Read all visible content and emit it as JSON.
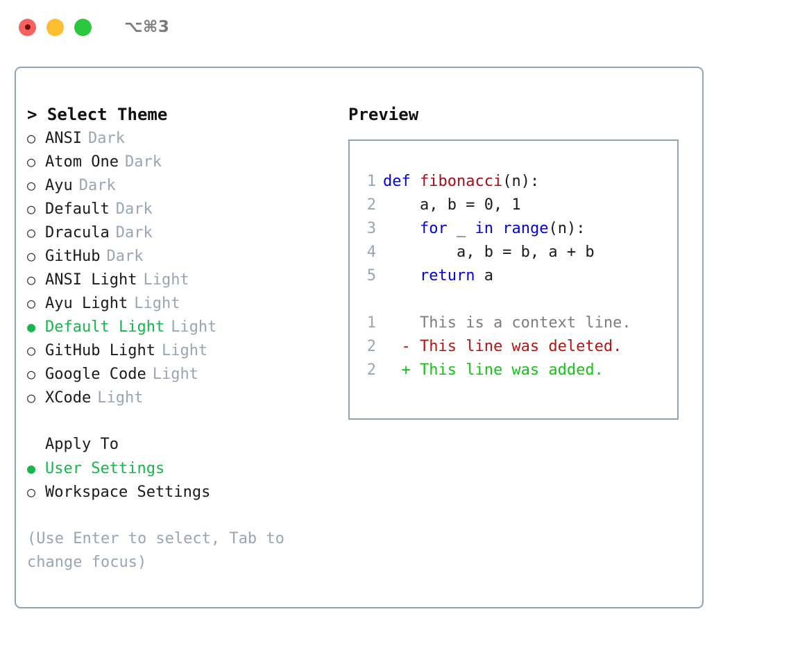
{
  "titlebar": {
    "shortcut": "⌥⌘3",
    "buttons": [
      {
        "name": "close",
        "color": "#f9615f"
      },
      {
        "name": "minimize",
        "color": "#fdbd2e"
      },
      {
        "name": "maximize",
        "color": "#28c93f"
      }
    ]
  },
  "theme_panel": {
    "header": "> Select Theme",
    "options": [
      {
        "bullet": "○",
        "label": "ANSI",
        "tag": "Dark",
        "selected": false
      },
      {
        "bullet": "○",
        "label": "Atom One",
        "tag": "Dark",
        "selected": false
      },
      {
        "bullet": "○",
        "label": "Ayu",
        "tag": "Dark",
        "selected": false
      },
      {
        "bullet": "○",
        "label": "Default",
        "tag": "Dark",
        "selected": false
      },
      {
        "bullet": "○",
        "label": "Dracula",
        "tag": "Dark",
        "selected": false
      },
      {
        "bullet": "○",
        "label": "GitHub",
        "tag": "Dark",
        "selected": false
      },
      {
        "bullet": "○",
        "label": "ANSI Light",
        "tag": "Light",
        "selected": false
      },
      {
        "bullet": "○",
        "label": "Ayu Light",
        "tag": "Light",
        "selected": false
      },
      {
        "bullet": "●",
        "label": "Default Light",
        "tag": "Light",
        "selected": true
      },
      {
        "bullet": "○",
        "label": "GitHub Light",
        "tag": "Light",
        "selected": false
      },
      {
        "bullet": "○",
        "label": "Google Code",
        "tag": "Light",
        "selected": false
      },
      {
        "bullet": "○",
        "label": "XCode",
        "tag": "Light",
        "selected": false
      }
    ]
  },
  "apply_to": {
    "header": "Apply To",
    "options": [
      {
        "bullet": "●",
        "label": "User Settings",
        "selected": true
      },
      {
        "bullet": "○",
        "label": "Workspace Settings",
        "selected": false
      }
    ]
  },
  "hint": "(Use Enter to select, Tab to change focus)",
  "preview": {
    "header": "Preview",
    "code_lines": [
      {
        "number": "1",
        "tokens": [
          {
            "text": "def ",
            "type": "kw"
          },
          {
            "text": "fibonacci",
            "type": "fn"
          },
          {
            "text": "(n):",
            "type": "plain"
          }
        ]
      },
      {
        "number": "2",
        "tokens": [
          {
            "text": "    a, b = 0, 1",
            "type": "plain"
          }
        ]
      },
      {
        "number": "3",
        "tokens": [
          {
            "text": "    ",
            "type": "plain"
          },
          {
            "text": "for",
            "type": "kw"
          },
          {
            "text": " _ ",
            "type": "plain"
          },
          {
            "text": "in range",
            "type": "kw"
          },
          {
            "text": "(n):",
            "type": "plain"
          }
        ]
      },
      {
        "number": "4",
        "tokens": [
          {
            "text": "        a, b = b, a + b",
            "type": "plain"
          }
        ]
      },
      {
        "number": "5",
        "tokens": [
          {
            "text": "    ",
            "type": "plain"
          },
          {
            "text": "return",
            "type": "kw"
          },
          {
            "text": " a",
            "type": "plain"
          }
        ]
      }
    ],
    "diff_lines": [
      {
        "number": "1",
        "marker": "  ",
        "text": "This is a context line.",
        "kind": "ctx"
      },
      {
        "number": "2",
        "marker": "- ",
        "text": "This line was deleted.",
        "kind": "del"
      },
      {
        "number": "2",
        "marker": "+ ",
        "text": "This line was added.",
        "kind": "add"
      }
    ]
  },
  "colors": {
    "accent_green": "#16b74a",
    "muted_gray": "#9aa5b4",
    "keyword_blue": "#0000ee",
    "function_red": "#a80b17",
    "diff_add": "#13c413",
    "diff_del": "#bb1111",
    "border": "#93a1b2"
  }
}
